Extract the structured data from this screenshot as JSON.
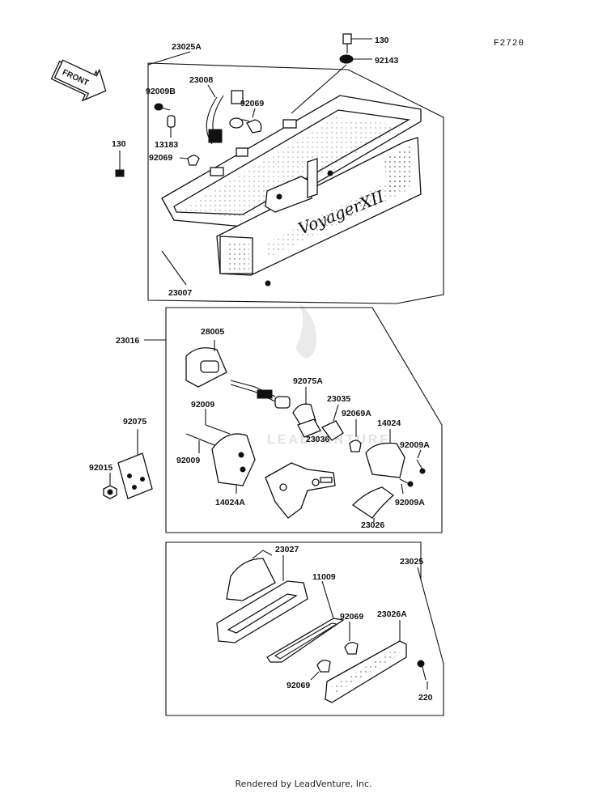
{
  "figure_code": "F2720",
  "front_arrow": {
    "label": "FRONT"
  },
  "brand_badge": "VoyagerXII",
  "watermark": "LEADVENTURE",
  "footer": "Rendered by LeadVenture, Inc.",
  "groups": {
    "top": "23025A",
    "taillight_assembly": "23007",
    "license_light": "23016",
    "rear_reflector": "23025"
  },
  "labels": {
    "p130_top": "130",
    "p92143": "92143",
    "p23025A": "23025A",
    "p23008": "23008",
    "p92009B": "92009B",
    "p92069_a": "92069",
    "p13183": "13183",
    "p92069_b": "92069",
    "p130_left": "130",
    "p23007": "23007",
    "p23016": "23016",
    "p28005": "28005",
    "p92075A": "92075A",
    "p23035": "23035",
    "p92069A": "92069A",
    "p14024": "14024",
    "p92009A_a": "92009A",
    "p92009_a": "92009",
    "p23036": "23036",
    "p92009_b": "92009",
    "p14024A": "14024A",
    "p92009A_b": "92009A",
    "p23026": "23026",
    "p92075": "92075",
    "p92015": "92015",
    "p23027": "23027",
    "p11009": "11009",
    "p23025": "23025",
    "p23026A": "23026A",
    "p92069_c": "92069",
    "p92069_d": "92069",
    "p220": "220"
  }
}
